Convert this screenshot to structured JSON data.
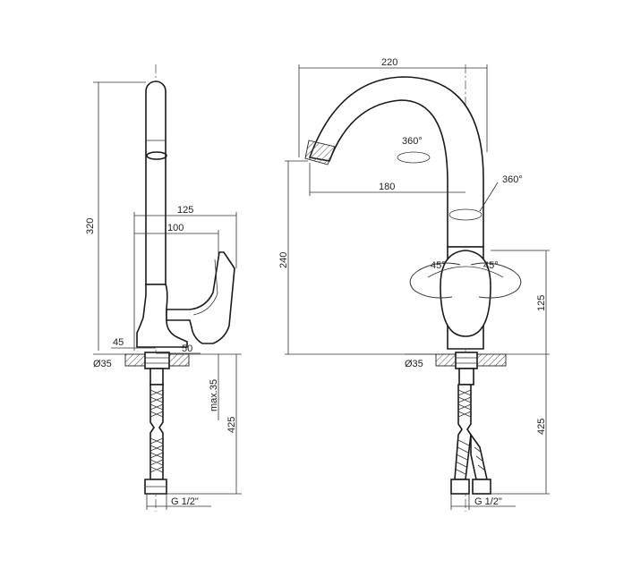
{
  "side_view": {
    "height_total": "320",
    "width_handle": "125",
    "width_body": "100",
    "offset_left": "45",
    "offset_right": "50",
    "diameter": "Ø35",
    "max_thickness": "max.35",
    "hose_length": "425",
    "thread": "G 1/2\""
  },
  "front_view": {
    "spout_reach_total": "220",
    "spout_reach": "180",
    "spout_rotation_top": "360°",
    "spout_rotation_right": "360°",
    "spout_height": "240",
    "handle_angle_left": "45°",
    "handle_angle_right": "45°",
    "handle_height": "125",
    "diameter": "Ø35",
    "hose_length": "425",
    "thread": "G 1/2\""
  }
}
